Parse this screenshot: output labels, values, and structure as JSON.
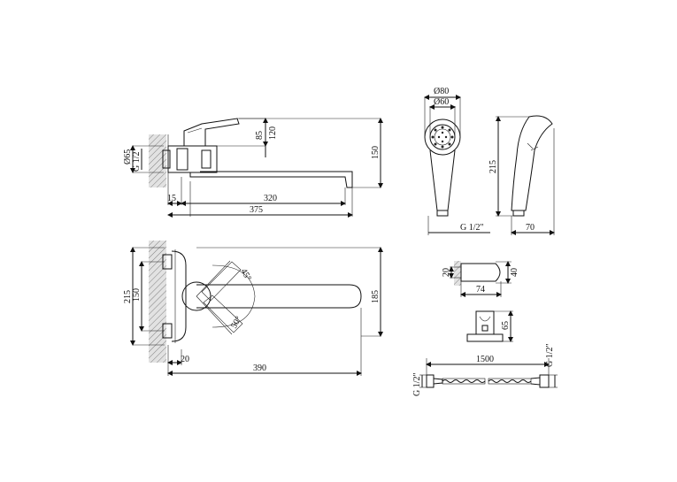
{
  "dimensions": {
    "top_view": {
      "d65": "Ø65",
      "g12": "G 1/2",
      "h85": "85",
      "h120": "120",
      "h150": "150",
      "w15": "15",
      "w320": "320",
      "w375": "375"
    },
    "plan_view": {
      "h215": "215",
      "h150": "150",
      "h185": "185",
      "a45": "45°",
      "a50": "50°",
      "w20": "20",
      "w390": "390"
    },
    "shower_head": {
      "d80": "Ø80",
      "d60": "Ø60",
      "h215": "215",
      "g12": "G 1/2\"",
      "w70": "70"
    },
    "holder": {
      "h20": "20",
      "h40": "40",
      "w74": "74",
      "h65": "65"
    },
    "hose": {
      "l1500": "1500",
      "g12_left": "G 1/2\"",
      "g12_right": "G 1/2\""
    }
  }
}
